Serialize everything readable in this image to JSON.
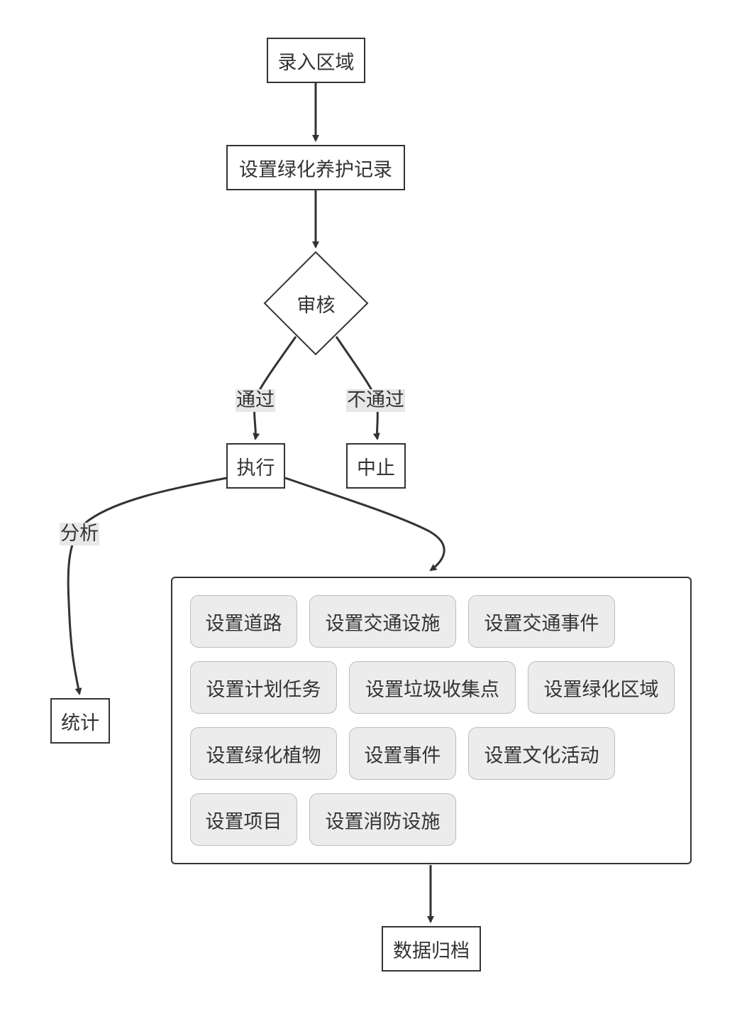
{
  "nodes": {
    "enter_area": "录入区域",
    "set_green_record": "设置绿化养护记录",
    "review": "审核",
    "execute": "执行",
    "abort": "中止",
    "statistics": "统计",
    "archive": "数据归档"
  },
  "edge_labels": {
    "pass": "通过",
    "fail": "不通过",
    "analyze": "分析"
  },
  "group_items": [
    "设置道路",
    "设置交通设施",
    "设置交通事件",
    "设置计划任务",
    "设置垃圾收集点",
    "设置绿化区域",
    "设置绿化植物",
    "设置事件",
    "设置文化活动",
    "设置项目",
    "设置消防设施"
  ]
}
